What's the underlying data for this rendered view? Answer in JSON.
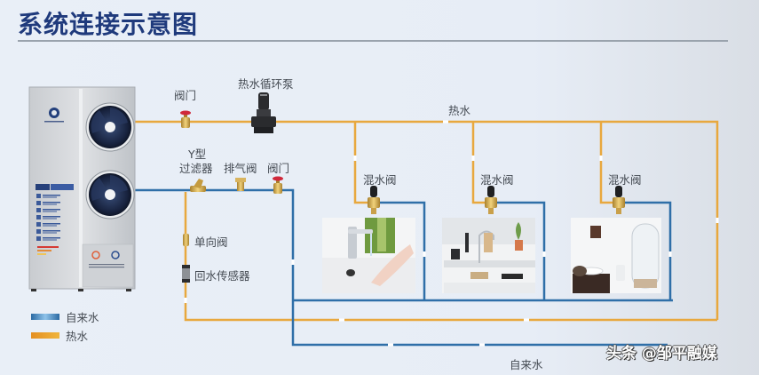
{
  "title": "系统连接示意图",
  "colors": {
    "title": "#1f3a7c",
    "cold_water": "#2f6fa8",
    "hot_water": "#e7a43a",
    "valve_brass": "#c9a04a",
    "valve_handle": "#d0283a"
  },
  "heat_pump": {
    "name": "heat-pump-unit"
  },
  "labels": {
    "hot_valve": "阀门",
    "circulation_pump": "热水循环泵",
    "hot_water_main": "热水",
    "y_filter_line1": "Y型",
    "y_filter_line2": "过滤器",
    "air_release_valve": "排气阀",
    "cold_valve": "阀门",
    "check_valve": "单向阀",
    "return_sensor": "回水传感器",
    "tap_water_main": "自来水"
  },
  "fixtures": [
    {
      "mixing_valve_label": "混水阀",
      "scene": "washbasin"
    },
    {
      "mixing_valve_label": "混水阀",
      "scene": "kitchen"
    },
    {
      "mixing_valve_label": "混水阀",
      "scene": "bathroom"
    }
  ],
  "legend": [
    {
      "label": "自来水",
      "type": "cold"
    },
    {
      "label": "热水",
      "type": "hot"
    }
  ],
  "watermark": "头条 @邹平融媒"
}
